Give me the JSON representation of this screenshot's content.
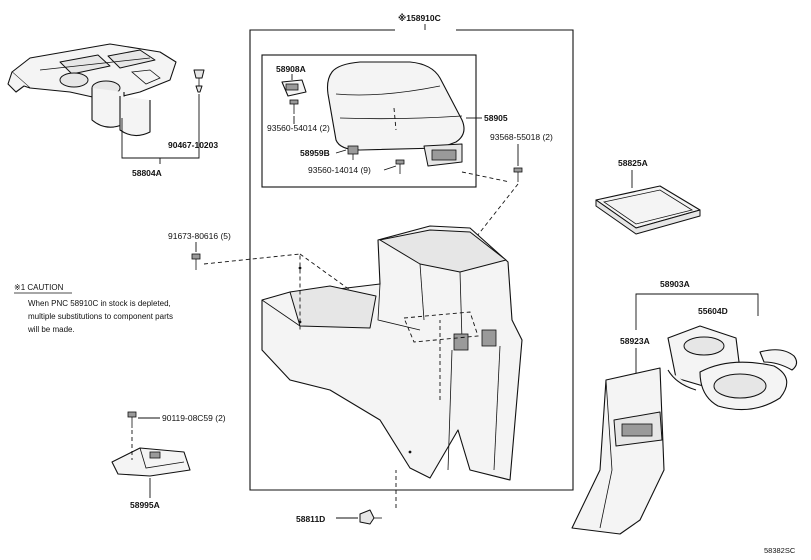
{
  "assembly": {
    "label": "※158910C"
  },
  "parts": {
    "p58908A": "58908A",
    "p58905": "58905",
    "p93560_54014": "93560-54014 (2)",
    "p58959B": "58959B",
    "p93560_14014": "93560-14014 (9)",
    "p93568_55018": "93568-55018 (2)",
    "p90467_10203": "90467-10203",
    "p58804A": "58804A",
    "p58825A": "58825A",
    "p91673_80616": "91673-80616 (5)",
    "p58903A": "58903A",
    "p55604D": "55604D",
    "p58923A": "58923A",
    "p90119_08C59": "90119-08C59 (2)",
    "p58995A": "58995A",
    "p58811D": "58811D"
  },
  "caution": {
    "title": "※1 CAUTION",
    "lines": [
      "When PNC 58910C in stock is depleted,",
      "multiple substitutions to component parts",
      "will be made."
    ]
  },
  "figure_code": "58382SC"
}
